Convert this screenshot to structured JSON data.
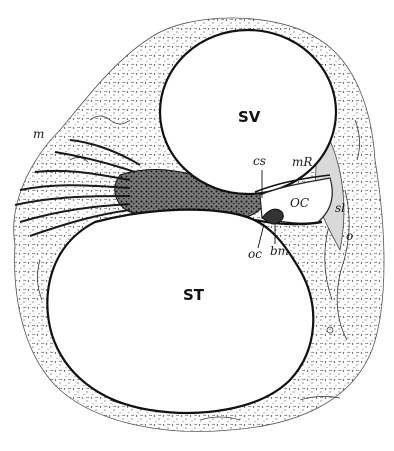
{
  "figure": {
    "labels": {
      "sv": "SV",
      "st": "ST",
      "cs": "cs",
      "mR": "mR",
      "oc_upper": "OC",
      "oc_lower": "oc",
      "bm": "bm",
      "sl": "sl",
      "m": "m",
      "o": "o"
    }
  }
}
